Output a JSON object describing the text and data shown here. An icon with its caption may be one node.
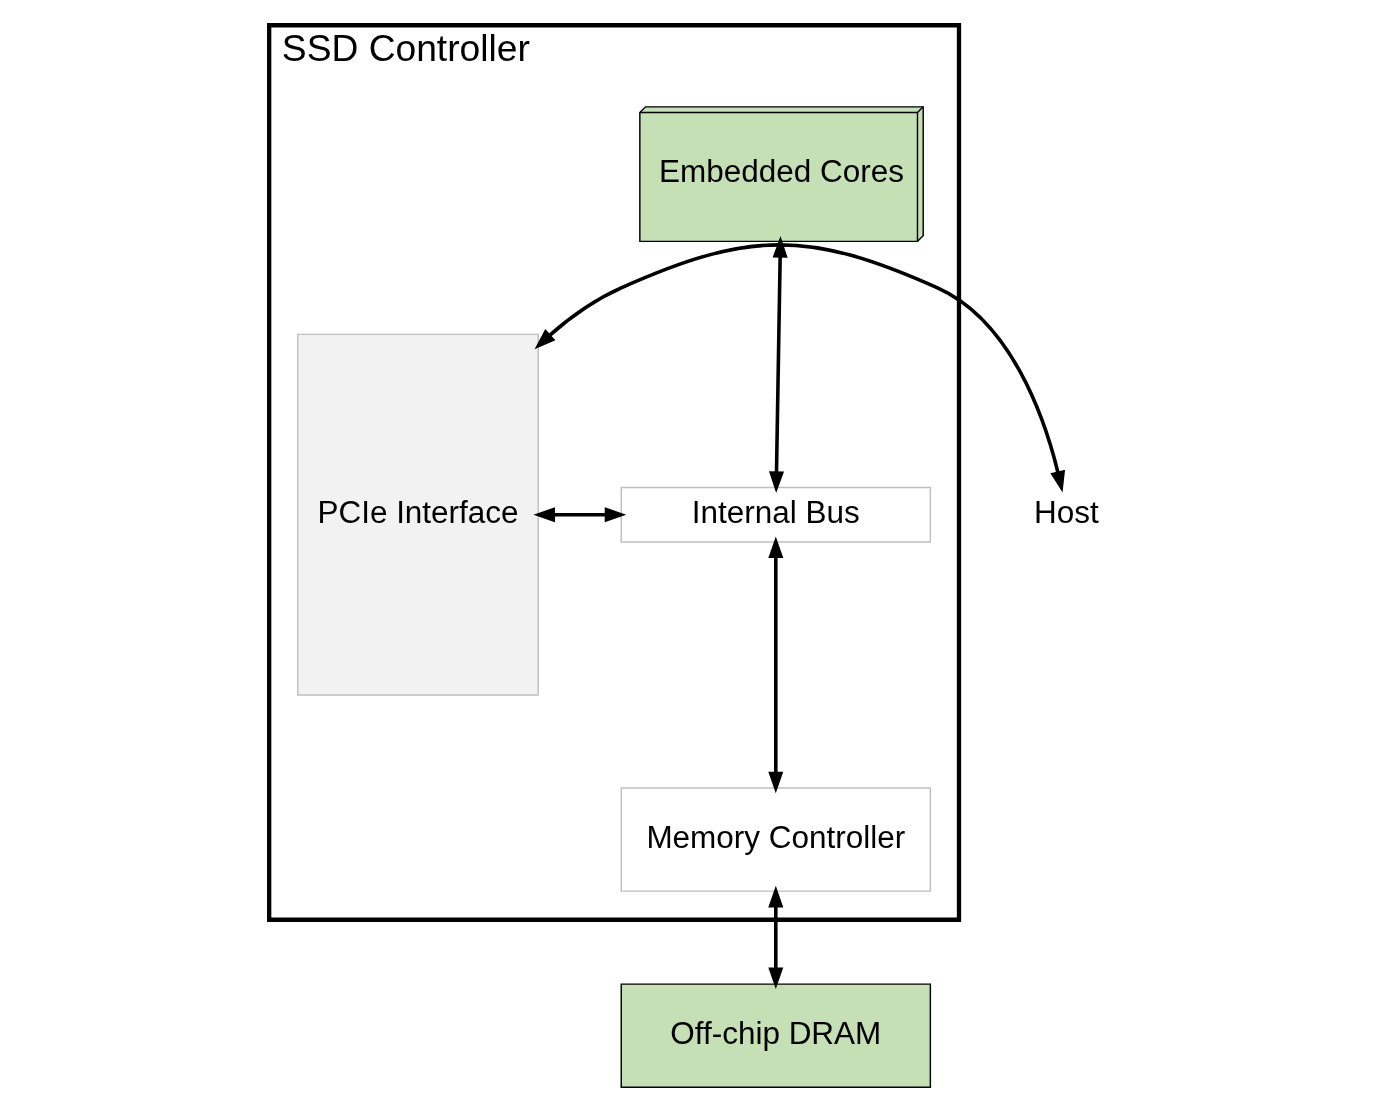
{
  "diagram": {
    "nodes": [
      {
        "text": [
          "SSD Controller"
        ]
      },
      {
        "text": [
          "Embedded Cores"
        ],
        "in": 0
      },
      {
        "text": [
          "PCIe Interface"
        ],
        "in": 0
      },
      {
        "text": [
          "Internal Bus"
        ],
        "in": 0
      },
      {
        "text": [
          "Memory Controller"
        ],
        "in": 0
      },
      {
        "text": [
          "Host"
        ]
      },
      {
        "text": [
          "Off-chip DRAM"
        ]
      }
    ],
    "edges": [
      {
        "from": 5,
        "to": 2,
        "arrow": "both"
      },
      {
        "from": 2,
        "to": 3,
        "arrow": "both"
      },
      {
        "from": 1,
        "to": 3,
        "arrow": "both"
      },
      {
        "from": 3,
        "to": 4,
        "arrow": "both"
      },
      {
        "from": 4,
        "to": 6,
        "arrow": "both"
      }
    ]
  }
}
